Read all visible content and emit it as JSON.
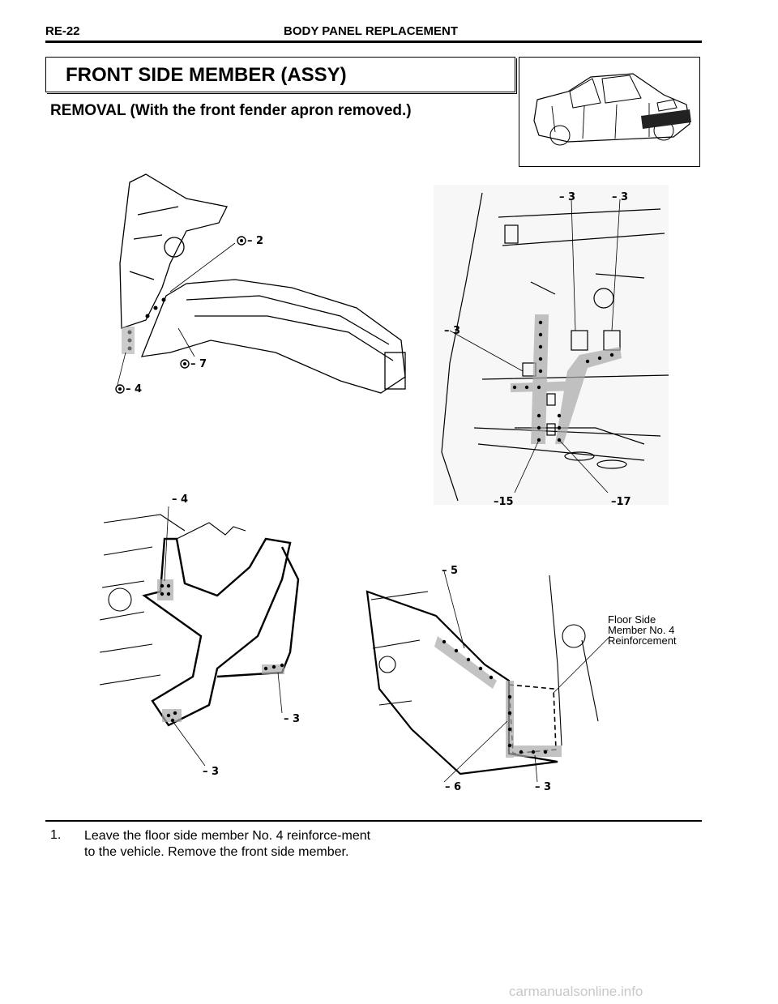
{
  "header": {
    "code": "RE-22",
    "title": "BODY PANEL REPLACEMENT"
  },
  "section_title": "FRONT SIDE MEMBER (ASSY)",
  "subtitle": "REMOVAL (With the front fender apron removed.)",
  "figure1": {
    "callouts": [
      "– 2",
      "– 7",
      "– 4"
    ]
  },
  "figure2": {
    "callouts": [
      "– 3",
      "– 3",
      "– 3",
      "–15",
      "–17"
    ]
  },
  "figure3": {
    "callouts": [
      "– 4",
      "– 3",
      "– 3"
    ]
  },
  "figure4": {
    "callouts": [
      "– 5",
      "– 6",
      "– 3"
    ],
    "part_label": [
      "Floor Side",
      "Member No. 4",
      "Reinforcement"
    ]
  },
  "steps": [
    {
      "number": "1.",
      "text": "Leave the floor side member No. 4 reinforce-ment to the vehicle. Remove the front side member."
    }
  ],
  "watermark": "carmanualsonline.info"
}
